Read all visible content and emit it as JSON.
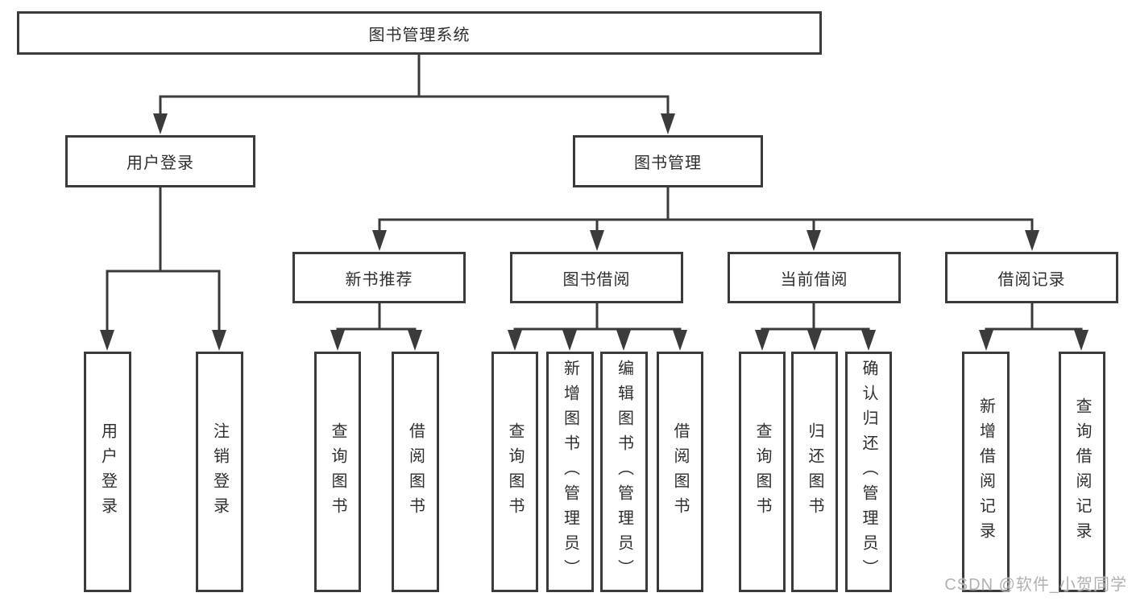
{
  "diagram": {
    "root": {
      "label": "图书管理系统"
    },
    "branches": [
      {
        "label": "用户登录",
        "children": [
          {
            "label": "用户登录"
          },
          {
            "label": "注销登录"
          }
        ]
      },
      {
        "label": "图书管理",
        "children": [
          {
            "label": "新书推荐",
            "children": [
              {
                "label": "查询图书"
              },
              {
                "label": "借阅图书"
              }
            ]
          },
          {
            "label": "图书借阅",
            "children": [
              {
                "label": "查询图书"
              },
              {
                "label": "新增图书（管理员）"
              },
              {
                "label": "编辑图书（管理员）"
              },
              {
                "label": "借阅图书"
              }
            ]
          },
          {
            "label": "当前借阅",
            "children": [
              {
                "label": "查询图书"
              },
              {
                "label": "归还图书"
              },
              {
                "label": "确认归还（管理员）"
              }
            ]
          },
          {
            "label": "借阅记录",
            "children": [
              {
                "label": "新增借阅记录"
              },
              {
                "label": "查询借阅记录"
              }
            ]
          }
        ]
      }
    ]
  },
  "watermark": {
    "text": "CSDN @软件_小贺同学"
  },
  "colors": {
    "line": "#3b3b3b",
    "box_border": "#3b3b3b",
    "text": "#2f2f2f",
    "background": "#ffffff",
    "watermark": "#aaa8a8"
  }
}
